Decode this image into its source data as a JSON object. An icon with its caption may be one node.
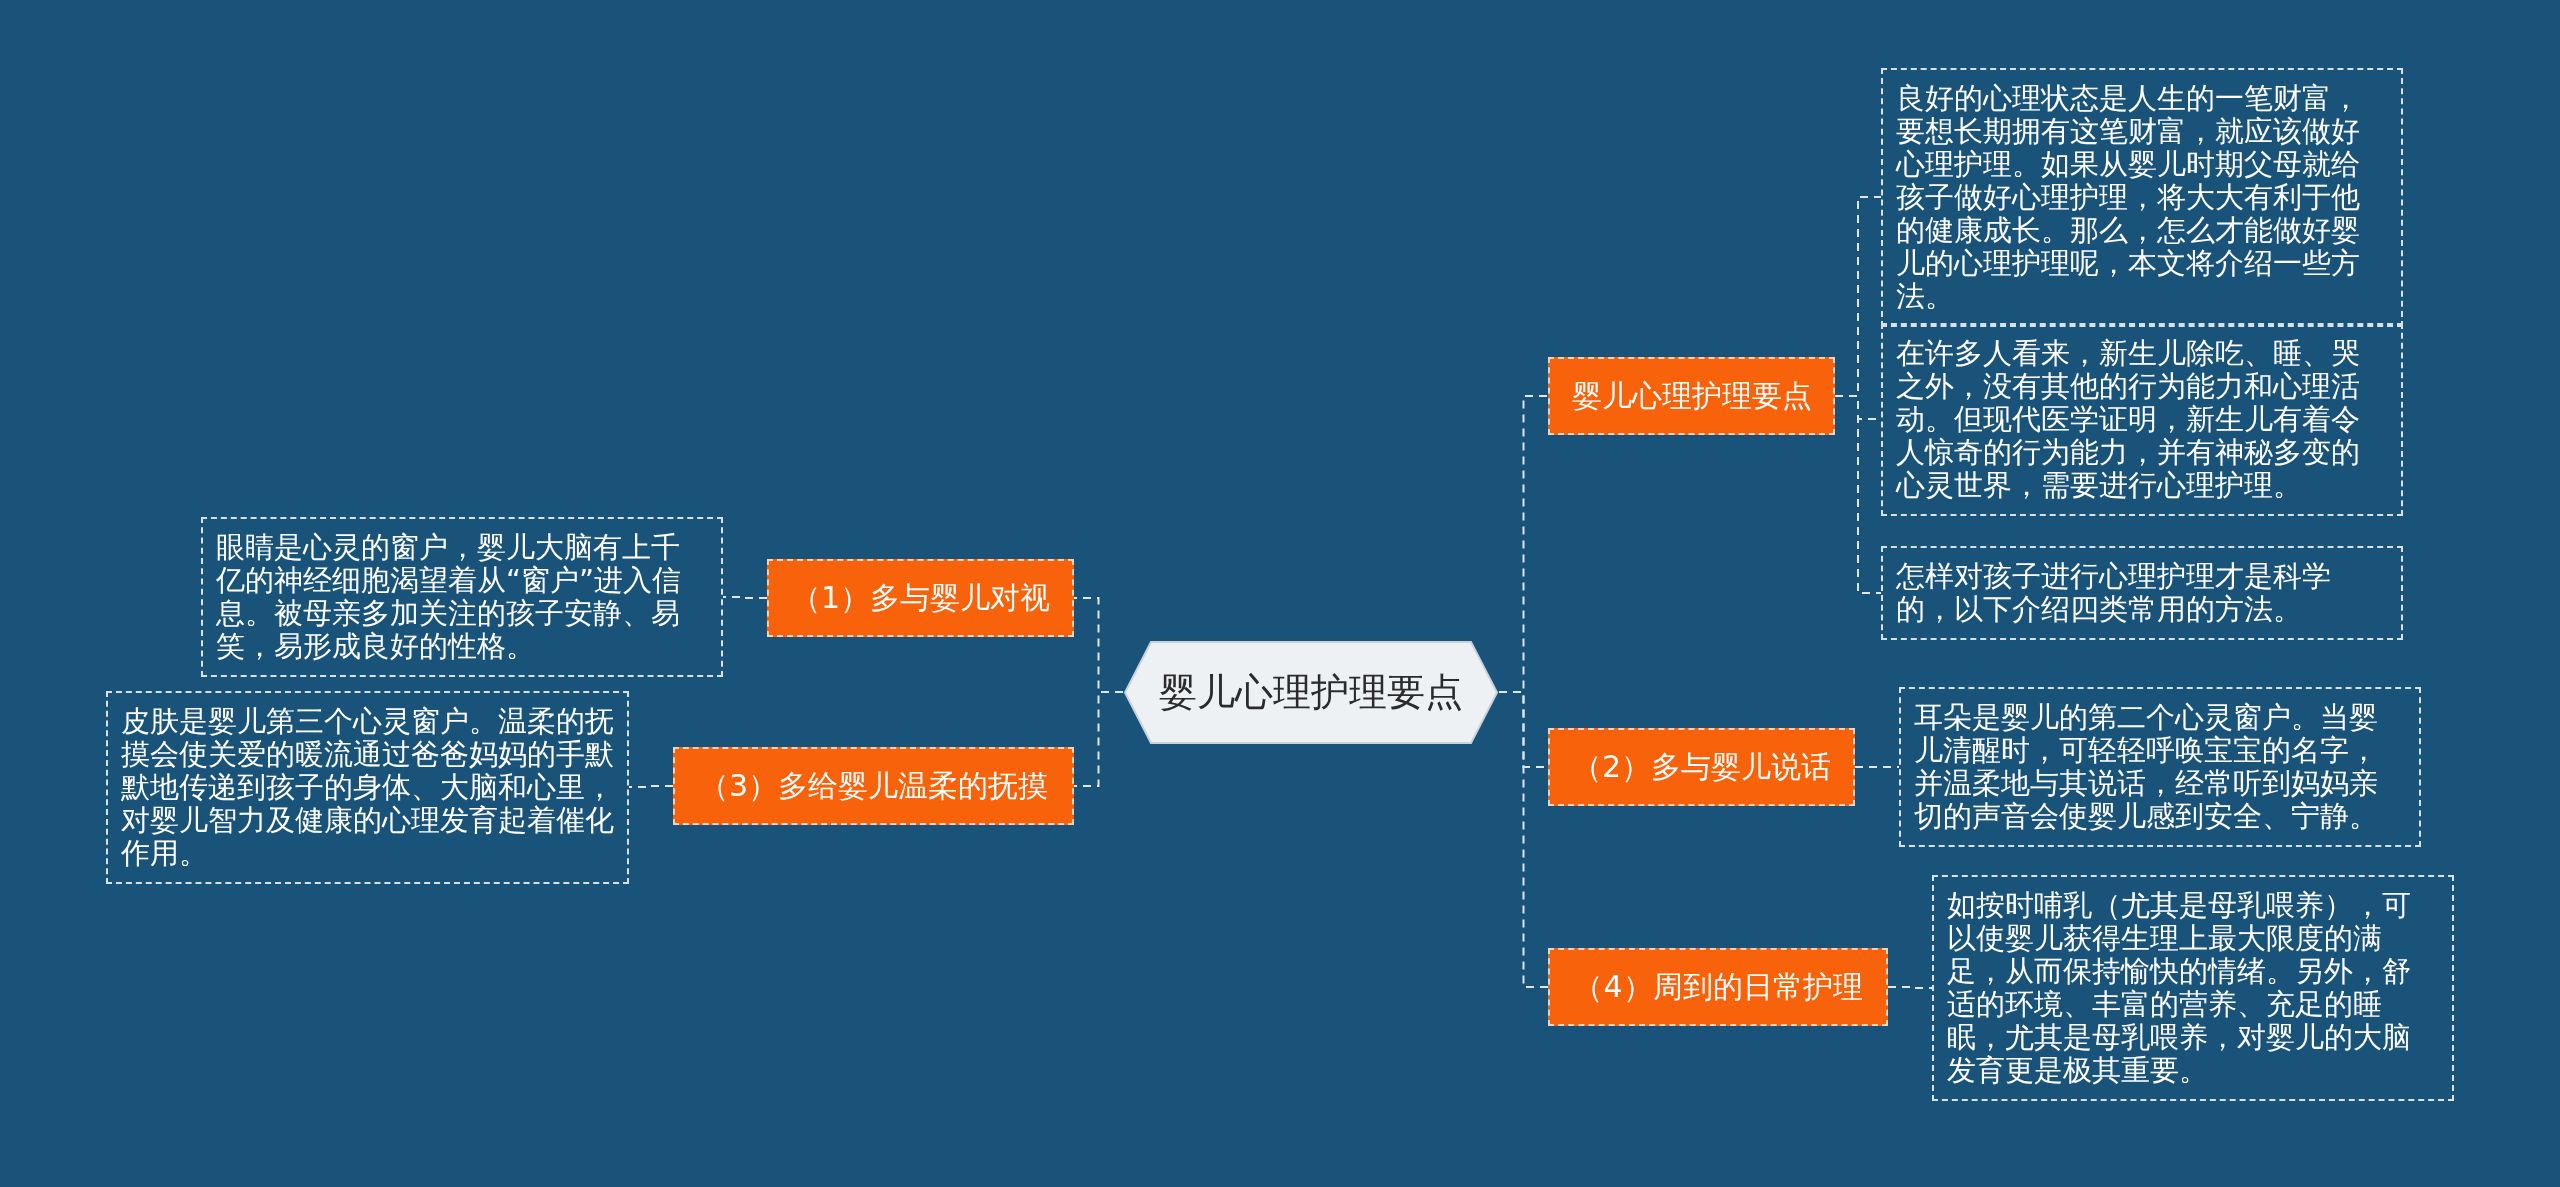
{
  "diagram": {
    "nodes": [
      {
        "text": [
          "婴儿心理护理要点"
        ]
      },
      {
        "text": [
          "婴儿心理护理要点"
        ]
      },
      {
        "text": [
          "良好的心理状态是人生的一笔财富，要想长期拥有这笔财富，就应该做好心理护理。如果从婴儿时期父母就给孩子做好心理护理，将大大有利于他的健康成长。那么，怎么才能做好婴儿的心理护理呢，本文将介绍一些方法。"
        ]
      },
      {
        "text": [
          "在许多人看来，新生儿除吃、睡、哭之外，没有其他的行为能力和心理活动。但现代医学证明，新生儿有着令人惊奇的行为能力，并有神秘多变的心灵世界，需要进行心理护理。"
        ]
      },
      {
        "text": [
          "怎样对孩子进行心理护理才是科学的，以下介绍四类常用的方法。"
        ]
      },
      {
        "text": [
          "（2）多与婴儿说话"
        ]
      },
      {
        "text": [
          "耳朵是婴儿的第二个心灵窗户。当婴儿清醒时，可轻轻呼唤宝宝的名字，并温柔地与其说话，经常听到妈妈亲切的声音会使婴儿感到安全、宁静。"
        ]
      },
      {
        "text": [
          "（4）周到的日常护理"
        ]
      },
      {
        "text": [
          "如按时哺乳（尤其是母乳喂养），可以使婴儿获得生理上最大限度的满足，从而保持愉快的情绪。另外，舒适的环境、丰富的营养、充足的睡眠，尤其是母乳喂养，对婴儿的大脑发育更是极其重要。"
        ]
      },
      {
        "text": [
          "（1）多与婴儿对视"
        ]
      },
      {
        "text": [
          "眼睛是心灵的窗户，婴儿大脑有上千亿的神经细胞渴望着从“窗户”进入信息。被母亲多加关注的孩子安静、易笑，易形成良好的性格。"
        ]
      },
      {
        "text": [
          "（3）多给婴儿温柔的抚摸"
        ]
      },
      {
        "text": [
          "皮肤是婴儿第三个心灵窗户。温柔的抚摸会使关爱的暖流通过爸爸妈妈的手默默地传递到孩子的身体、大脑和心里，对婴儿智力及健康的心理发育起着催化作用。"
        ]
      }
    ],
    "edges": [
      {
        "from": 0,
        "to": 1,
        "arrow": "none"
      },
      {
        "from": 1,
        "to": 2,
        "arrow": "none"
      },
      {
        "from": 1,
        "to": 3,
        "arrow": "none"
      },
      {
        "from": 1,
        "to": 4,
        "arrow": "none"
      },
      {
        "from": 0,
        "to": 5,
        "arrow": "none"
      },
      {
        "from": 5,
        "to": 6,
        "arrow": "none"
      },
      {
        "from": 0,
        "to": 7,
        "arrow": "none"
      },
      {
        "from": 7,
        "to": 8,
        "arrow": "none"
      },
      {
        "from": 0,
        "to": 9,
        "arrow": "none"
      },
      {
        "from": 9,
        "to": 10,
        "arrow": "none"
      },
      {
        "from": 0,
        "to": 11,
        "arrow": "none"
      },
      {
        "from": 11,
        "to": 12,
        "arrow": "none"
      }
    ]
  }
}
